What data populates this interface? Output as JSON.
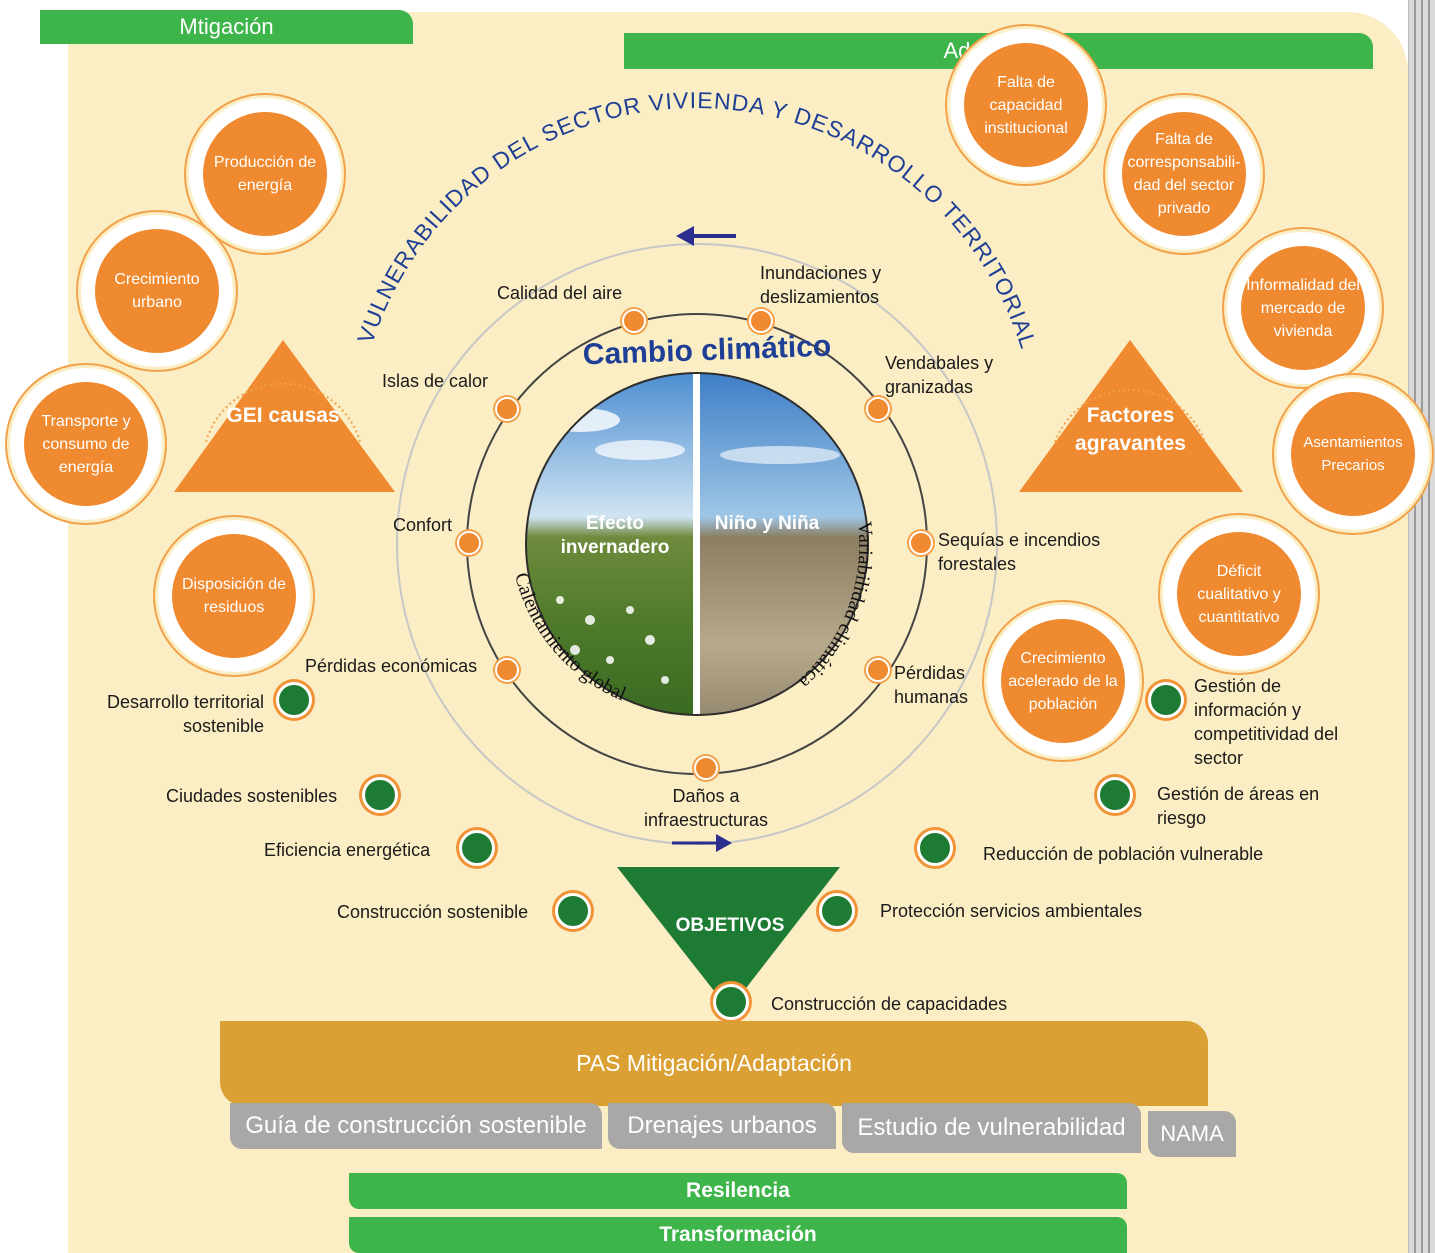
{
  "tabs": {
    "mitigacion": "Mtigación",
    "adaptacion": "Adaptación"
  },
  "outer_title": "VULNERABILIDAD DEL SECTOR VIVIENDA Y DESARROLLO TERRITORIAL",
  "center_title": "Cambio climático",
  "center_left": "Efecto invernadero",
  "center_right": "Niño y Niña",
  "curved_left": "Calentamiento global",
  "curved_right": "Variabilidad climática",
  "triangles": {
    "gei": "GEI causas",
    "factores": "Factores agravantes",
    "objetivos": "OBJETIVOS"
  },
  "causes": {
    "produccion": "Producción de energía",
    "crecimiento": "Crecimiento urbano",
    "transporte": "Transporte y consumo de energía",
    "disposicion": "Disposición de residuos"
  },
  "aggravating": {
    "falta_cap": "Falta de capacidad institucional",
    "falta_corr": "Falta de corresponsabili-dad del sector privado",
    "informalidad": "Informalidad del mercado de vivienda",
    "asentamientos": "Asentamientos Precarios",
    "deficit": "Déficit cualitativo y cuantitativo",
    "crec_acelerado": "Crecimiento acelerado de la población"
  },
  "impacts": {
    "calidad_aire": "Calidad del aire",
    "inundaciones": "Inundaciones y deslizamientos",
    "vendabales": "Vendabales y granizadas",
    "islas_calor": "Islas de calor",
    "confort": "Confort",
    "sequias": "Sequías e incendios forestales",
    "perdidas_econ": "Pérdidas económicas",
    "perdidas_hum": "Pérdidas humanas",
    "danos": "Daños a infraestructuras"
  },
  "objectives": {
    "desarrollo": "Desarrollo territorial sostenible",
    "ciudades": "Ciudades sostenibles",
    "eficiencia": "Eficiencia energética",
    "construccion_sost": "Construcción sostenible",
    "gestion_info": "Gestión de información y competitividad del sector",
    "gestion_areas": "Gestión de áreas en riesgo",
    "reduccion": "Reducción de población vulnerable",
    "proteccion": "Protección servicios ambientales",
    "capacidades": "Construcción de capacidades"
  },
  "pas": "PAS Mitigación/Adaptación",
  "tools": {
    "guia": "Guía de construcción sostenible",
    "drenajes": "Drenajes urbanos",
    "estudio": "Estudio de vulnerabilidad",
    "nama": "NAMA"
  },
  "bars": {
    "resiliencia": "Resilencia",
    "transformacion": "Transformación"
  },
  "colors": {
    "orange": "#f08a30",
    "green_tab": "#3db54a",
    "dark_green": "#1e7b34",
    "pas_gold": "#dba033",
    "tool_gray": "#aaa8a6",
    "title_blue": "#1f3f96",
    "background": "#fbeec4"
  }
}
